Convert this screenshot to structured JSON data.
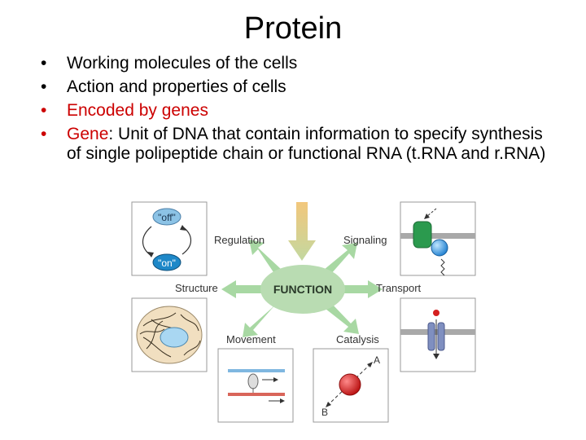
{
  "slide": {
    "title": "Protein",
    "bullets": [
      {
        "text": "Working molecules of the cells",
        "color": "#000000"
      },
      {
        "text": "Action and properties of cells",
        "color": "#000000"
      },
      {
        "text": "Encoded by genes",
        "color": "#cc0000"
      }
    ],
    "bullet4": {
      "prefix": "Gene",
      "rest": ": Unit of DNA that contain information to specify synthesis of single polipeptide chain or functional RNA (t.RNA and r.RNA)"
    }
  },
  "figure": {
    "center": "FUNCTION",
    "labels": {
      "regulation": "Regulation",
      "signaling": "Signaling",
      "structure": "Structure",
      "transport": "Transport",
      "movement": "Movement",
      "catalysis": "Catalysis"
    },
    "regulation_states": {
      "off": "\"off\"",
      "on": "\"on\""
    },
    "catalysis_points": {
      "a": "A",
      "b": "B"
    },
    "colors": {
      "ellipse": "#b9dcb2",
      "arrows": "#a8d8a3",
      "top_arrow": "#e3b46a",
      "off_state": "#8cc3e6",
      "on_state": "#1e88c8",
      "signal_green": "#2b9a4e",
      "signal_blue": "#3a8ed6",
      "catalyst_red": "#d42020",
      "membrane_gray": "#a9a9a9"
    }
  }
}
